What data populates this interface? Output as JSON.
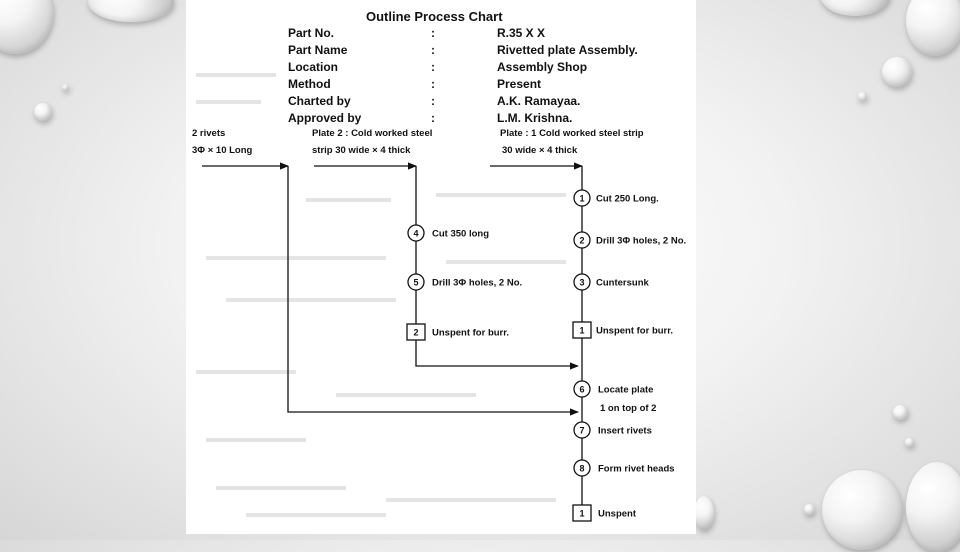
{
  "title": "Outline Process Chart",
  "header": [
    {
      "label": "Part No.",
      "sep": ":",
      "value": "R.35 X X"
    },
    {
      "label": "Part Name",
      "sep": ":",
      "value": "Rivetted plate Assembly."
    },
    {
      "label": "Location",
      "sep": ":",
      "value": "Assembly Shop"
    },
    {
      "label": "Method",
      "sep": ":",
      "value": "Present"
    },
    {
      "label": "Charted by",
      "sep": ":",
      "value": "A.K. Ramayaa."
    },
    {
      "label": "Approved by",
      "sep": ":",
      "value": "L.M. Krishna."
    }
  ],
  "inputs": {
    "rivets": {
      "line1": "2 rivets",
      "line2": "3Φ × 10 Long"
    },
    "plate2": {
      "line1": "Plate 2 : Cold worked steel",
      "line2": "strip 30 wide × 4 thick"
    },
    "plate1": {
      "line1": "Plate : 1 Cold worked steel strip",
      "line2": "30 wide × 4 thick"
    }
  },
  "plate2_steps": [
    {
      "kind": "operation",
      "num": "4",
      "label": "Cut 350 long"
    },
    {
      "kind": "operation",
      "num": "5",
      "label": "Drill 3Φ holes, 2 No."
    },
    {
      "kind": "inspection",
      "num": "2",
      "label": "Unspent for burr."
    }
  ],
  "plate1_steps": [
    {
      "kind": "operation",
      "num": "1",
      "label": "Cut 250 Long."
    },
    {
      "kind": "operation",
      "num": "2",
      "label": "Drill 3Φ holes, 2 No."
    },
    {
      "kind": "operation",
      "num": "3",
      "label": "Cuntersunk"
    },
    {
      "kind": "inspection",
      "num": "1",
      "label": "Unspent for burr."
    }
  ],
  "assembly_steps": [
    {
      "kind": "operation",
      "num": "6",
      "label": "Locate plate",
      "label2": "1 on top of 2"
    },
    {
      "kind": "operation",
      "num": "7",
      "label": "Insert rivets"
    },
    {
      "kind": "operation",
      "num": "8",
      "label": "Form rivet heads"
    },
    {
      "kind": "inspection",
      "num": "1",
      "label": "Unspent"
    }
  ]
}
